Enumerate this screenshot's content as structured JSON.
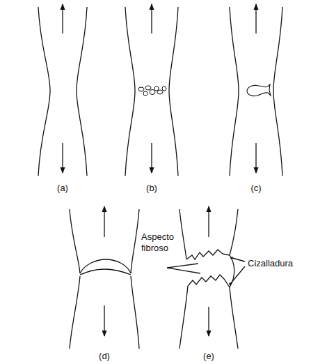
{
  "diagram": {
    "labels": [
      "(a)",
      "(b)",
      "(c)",
      "(d)",
      "(e)",
      "Aspecto fibroso",
      "Cizalladura"
    ]
  }
}
